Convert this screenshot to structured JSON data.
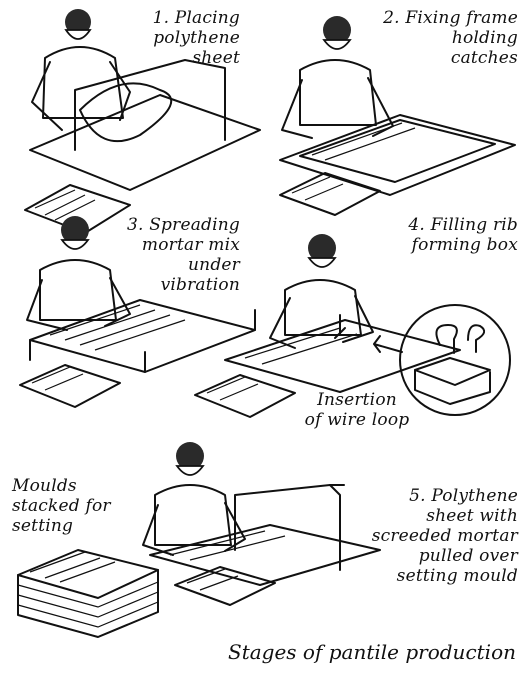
{
  "captions": {
    "s1": [
      "1. Placing",
      "polythene",
      "sheet"
    ],
    "s2": [
      "2. Fixing frame",
      "holding",
      "catches"
    ],
    "s3": [
      "3. Spreading",
      "mortar mix",
      "under",
      "vibration"
    ],
    "s4": [
      "4. Filling rib",
      "forming box"
    ],
    "wire": [
      "Insertion",
      "of wire loop"
    ],
    "moulds": [
      "Moulds",
      "stacked for",
      "setting"
    ],
    "s5": [
      "5. Polythene",
      "sheet with",
      "screeded mortar",
      "pulled over",
      "setting mould"
    ]
  },
  "footer": "Stages of pantile production"
}
